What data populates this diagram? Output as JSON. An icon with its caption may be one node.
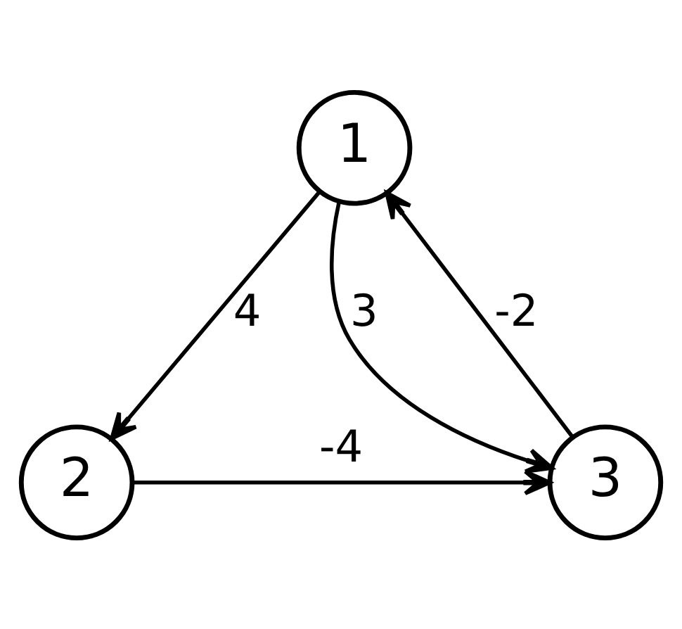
{
  "diagram": {
    "nodes": [
      {
        "text": [
          "1"
        ]
      },
      {
        "text": [
          "2"
        ]
      },
      {
        "text": [
          "3"
        ]
      }
    ],
    "edges": [
      {
        "from": 0,
        "to": 1,
        "arrow": "to",
        "label": "4"
      },
      {
        "from": 0,
        "to": 2,
        "arrow": "to",
        "label": "3"
      },
      {
        "from": 2,
        "to": 0,
        "arrow": "to",
        "label": "-2"
      },
      {
        "from": 1,
        "to": 2,
        "arrow": "to",
        "label": "-4"
      }
    ]
  }
}
